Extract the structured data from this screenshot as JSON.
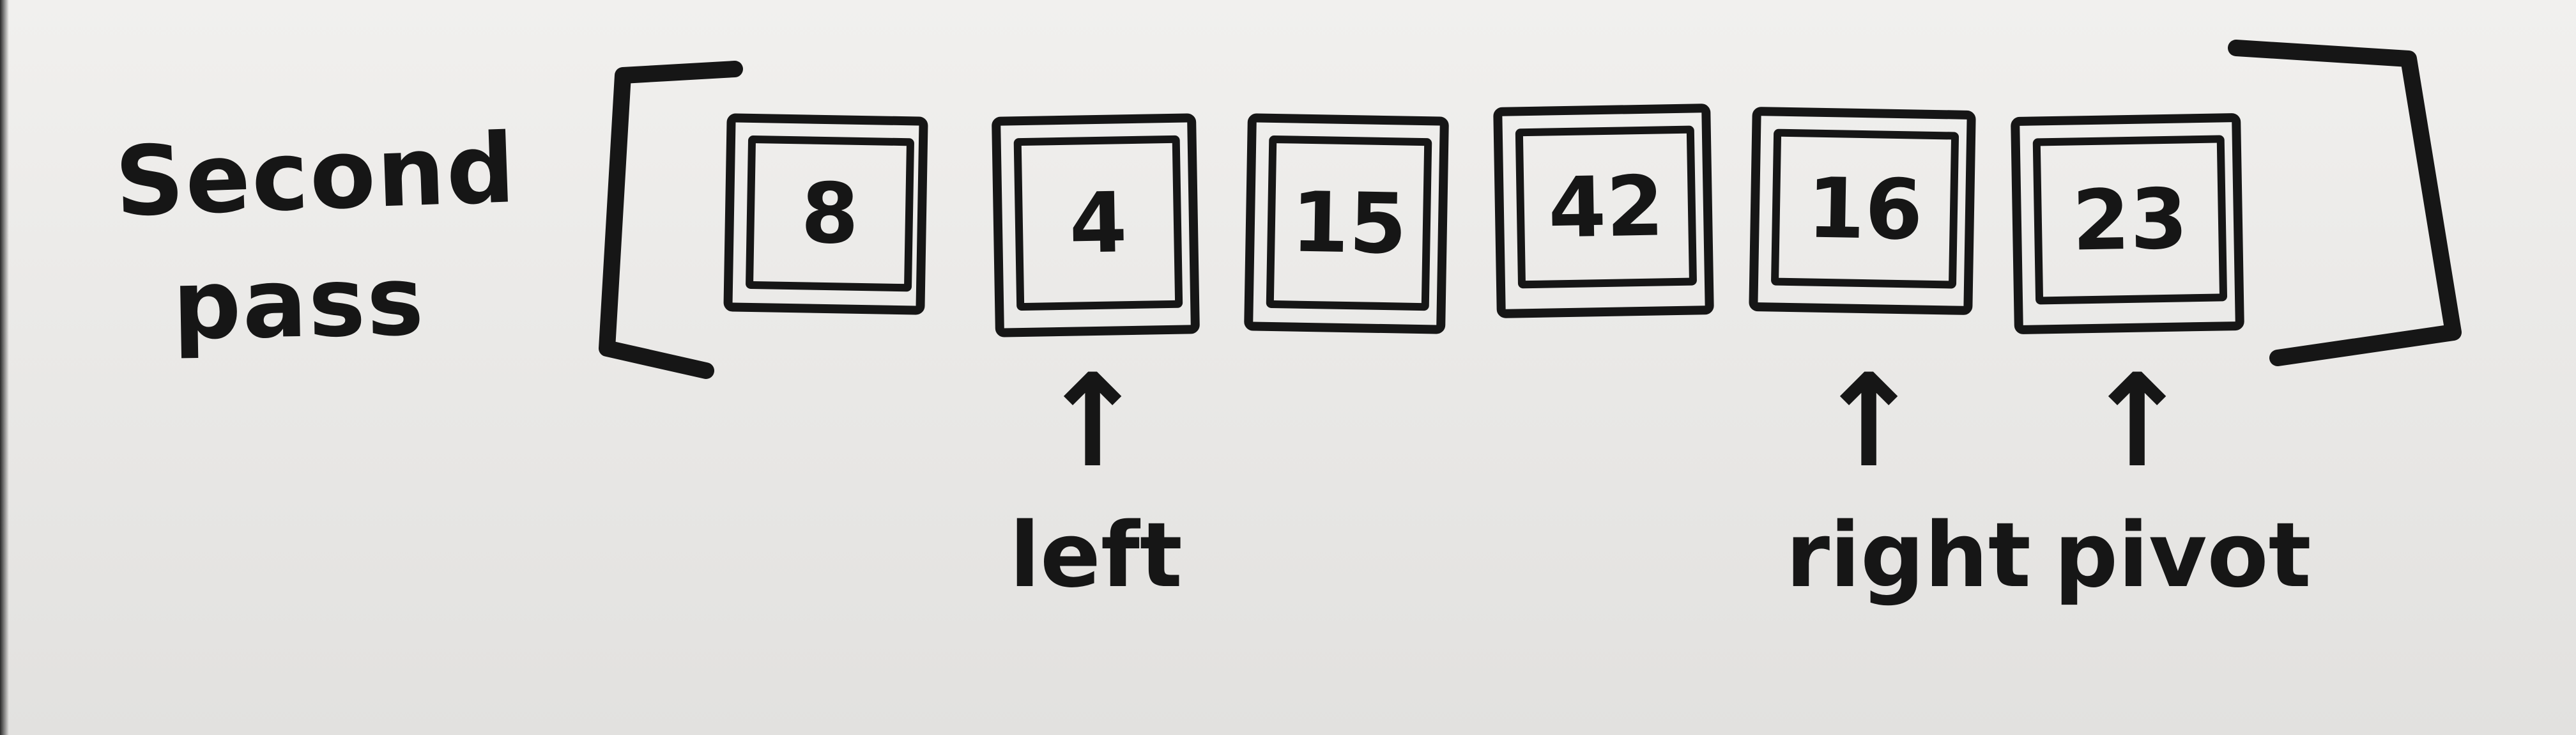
{
  "heading": {
    "line1": "Second",
    "line2": "pass"
  },
  "array": {
    "values": [
      "8",
      "4",
      "15",
      "42",
      "16",
      "23"
    ]
  },
  "pointers": [
    {
      "label": "left",
      "index": 1
    },
    {
      "label": "right",
      "index": 4
    },
    {
      "label": "pivot",
      "index": 5
    }
  ],
  "ink_color": "#161616",
  "paper_color": "#efeeec"
}
